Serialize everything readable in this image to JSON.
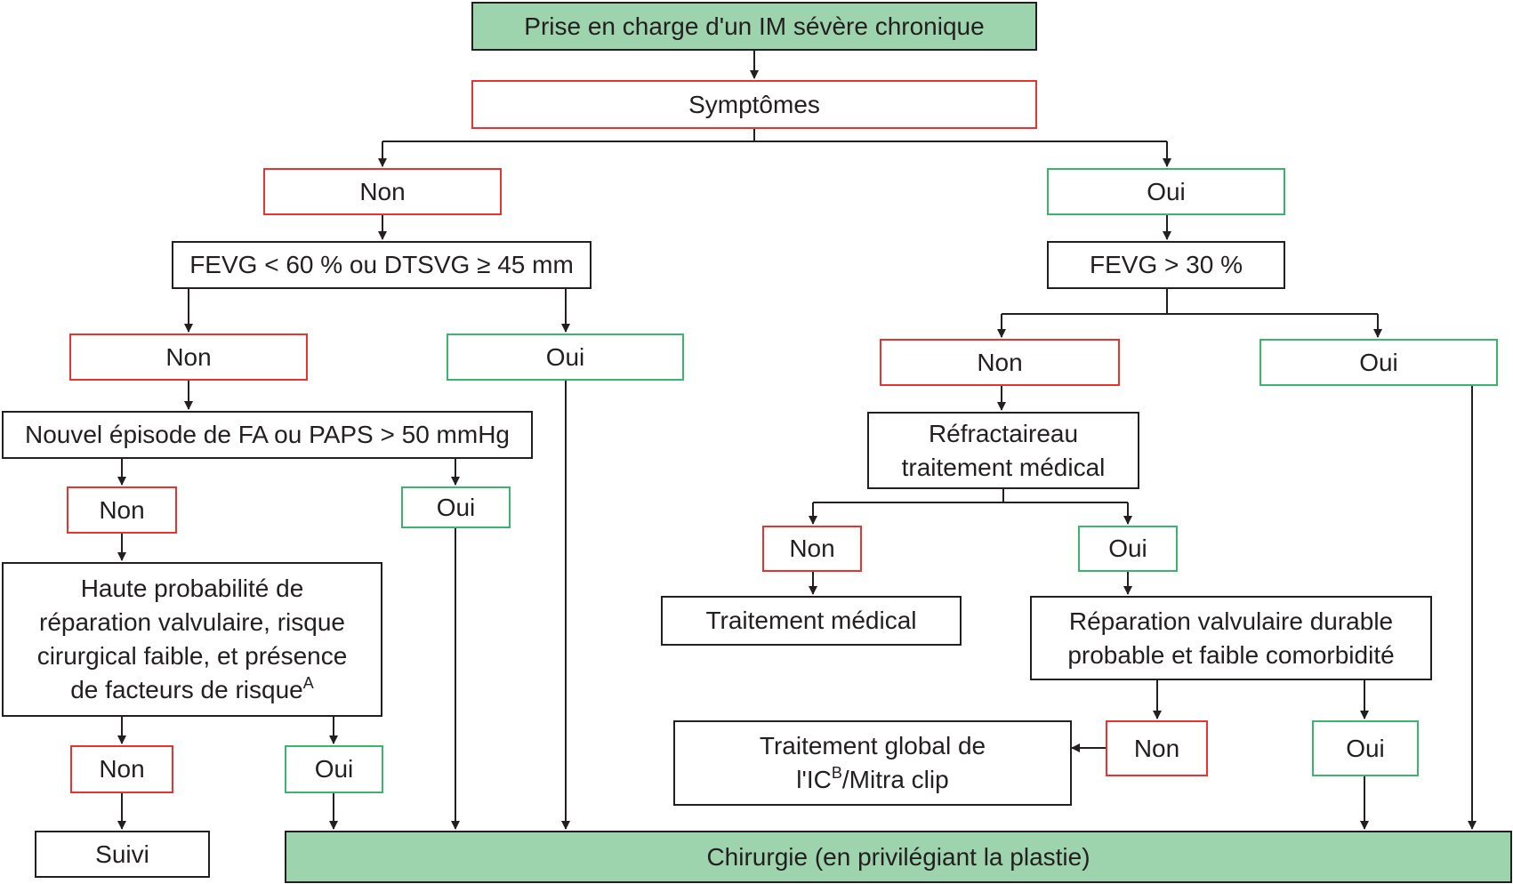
{
  "nodes": {
    "root": "Prise en charge d'un IM sévère chronique",
    "symptoms": "Symptômes",
    "l1_no": "Non",
    "r1_yes": "Oui",
    "fevg_left": "FEVG < 60 % ou DTSVG ≥ 45 mm",
    "fevg_right": "FEVG > 30 %",
    "l2_no": "Non",
    "l2_yes": "Oui",
    "r2_no": "Non",
    "r2_yes": "Oui",
    "fa": "Nouvel épisode de FA ou PAPS > 50 mmHg",
    "refract_l1": "Réfractaireau",
    "refract_l2": "traitement médical",
    "l3_no": "Non",
    "l3_yes": "Oui",
    "r3_no": "Non",
    "r3_yes": "Oui",
    "haute_l1": "Haute probabilité de",
    "haute_l2": "réparation valvulaire, risque",
    "haute_l3": "cirurgical faible, et présence",
    "haute_l4": "de facteurs de risque",
    "haute_sup": "A",
    "trait_med": "Traitement médical",
    "repar_l1": "Réparation valvulaire durable",
    "repar_l2": "probable et faible comorbidité",
    "l4_no": "Non",
    "l4_yes": "Oui",
    "r4_no": "Non",
    "r4_yes": "Oui",
    "global_l1": "Traitement global de",
    "global_pre": "l'IC",
    "global_sup": "B",
    "global_post": "/Mitra clip",
    "suivi": "Suivi",
    "surgery": "Chirurgie (en privilégiant la plastie)"
  },
  "colors": {
    "line": "#231f20",
    "red": "#e8332f",
    "green": "#3bb56e",
    "fill": "#9dd4ae"
  }
}
